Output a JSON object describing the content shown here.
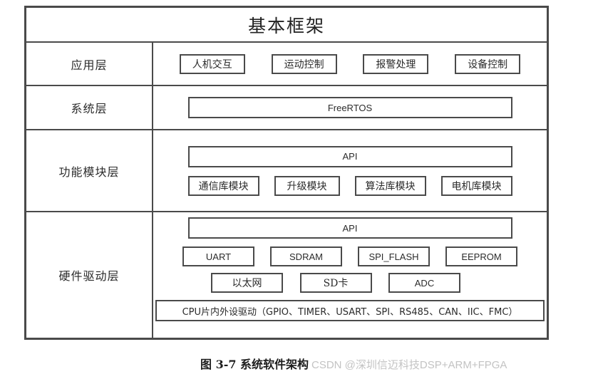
{
  "diagram": {
    "title": "基本框架",
    "layers": [
      {
        "id": "application",
        "label": "应用层",
        "nodes": [
          "人机交互",
          "运动控制",
          "报警处理",
          "设备控制"
        ]
      },
      {
        "id": "system",
        "label": "系统层",
        "bar": "FreeRTOS"
      },
      {
        "id": "function-module",
        "label": "功能模块层",
        "api": "API",
        "nodes": [
          "通信库模块",
          "升级模块",
          "算法库模块",
          "电机库模块"
        ]
      },
      {
        "id": "hardware-driver",
        "label": "硬件驱动层",
        "api": "API",
        "row1": [
          "UART",
          "SDRAM",
          "SPI_FLASH",
          "EEPROM"
        ],
        "row2": [
          "以太网",
          "SD卡",
          "ADC"
        ],
        "cpu_bar": "CPU片内外设驱动（GPIO、TIMER、USART、SPI、RS485、CAN、IIC、FMC）"
      }
    ]
  },
  "caption": {
    "text": "图 3-7  系统软件架构"
  },
  "watermark": {
    "text": "CSDN @深圳信迈科技DSP+ARM+FPGA"
  },
  "colors": {
    "border": "#4a4a4a",
    "text": "#2b2b2b",
    "background": "#ffffff",
    "watermark": "#c3c3c3"
  }
}
